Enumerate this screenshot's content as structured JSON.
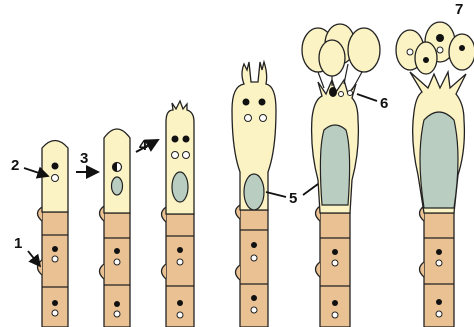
{
  "labels": {
    "l1": "1",
    "l2": "2",
    "l3": "3",
    "l4": "4",
    "l5": "5",
    "l6": "6",
    "l7": "7"
  },
  "colors": {
    "hypha": "#e9c193",
    "young_cell": "#fbf3c4",
    "vacuole": "#b9cdc0",
    "outline": "#222222",
    "nucleus": "#111111",
    "empty_nucleus": "#ffffff"
  }
}
